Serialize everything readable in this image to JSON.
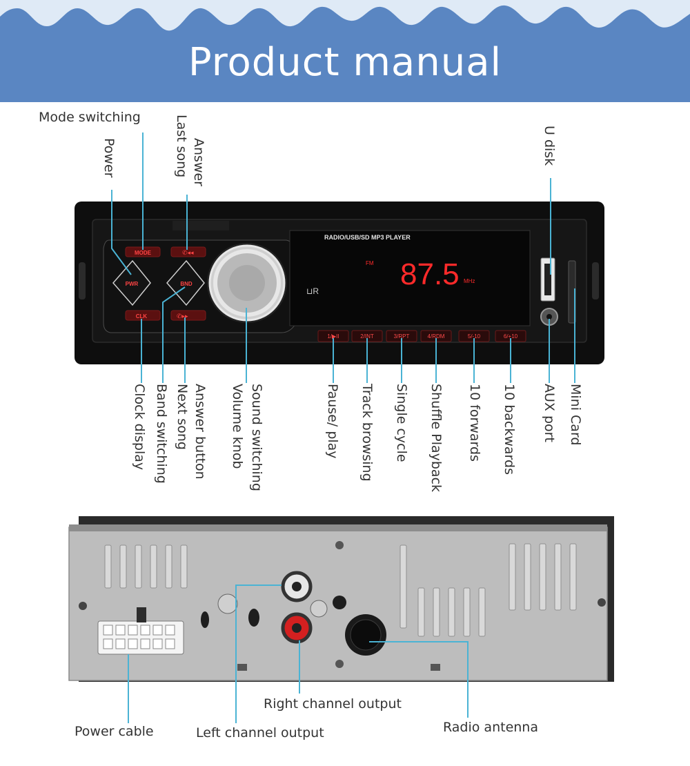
{
  "header": {
    "title": "Product manual"
  },
  "device": {
    "player_label": "RADIO/USB/SD MP3 PLAYER",
    "display_band": "FM",
    "display_frequency": "87.5",
    "display_unit": "MHz",
    "buttons": {
      "mode": "MODE",
      "pwr": "PWR",
      "bnd": "BND",
      "clk": "CLK"
    },
    "preset_keys": [
      "1/▶II",
      "2/INT",
      "3/RPT",
      "4/RDM",
      "5/-10",
      "6/+10"
    ]
  },
  "labels": {
    "mode_switching": "Mode switching",
    "power": "Power",
    "last_song": "Last song",
    "answer_top": "Answer",
    "u_disk": "U disk",
    "clock_display": "Clock display",
    "band_switching": "Band switching",
    "next_song": "Next song",
    "answer_button": "Answer button",
    "volume_knob": "Volume knob",
    "sound_switching": "Sound switching",
    "pause_play": "Pause/ play",
    "track_browsing": "Track browsing",
    "single_cycle": "Single cycle",
    "shuffle_playback": "Shuffle Playback",
    "forwards_10": "10 forwards",
    "backwards_10": "10 backwards",
    "aux_port": "AUX port",
    "mini_card": "Mini Card",
    "right_channel_output": "Right channel output",
    "power_cable": "Power cable",
    "left_channel_output": "Left channel output",
    "radio_antenna": "Radio antenna"
  },
  "colors": {
    "banner": "#5a86c2",
    "wave_light": "#dfeaf6",
    "leader_line": "#4ab3d4",
    "display_red": "#ff2a2a",
    "device_body": "#0e0e0e",
    "chassis": "#bdbdbd"
  }
}
